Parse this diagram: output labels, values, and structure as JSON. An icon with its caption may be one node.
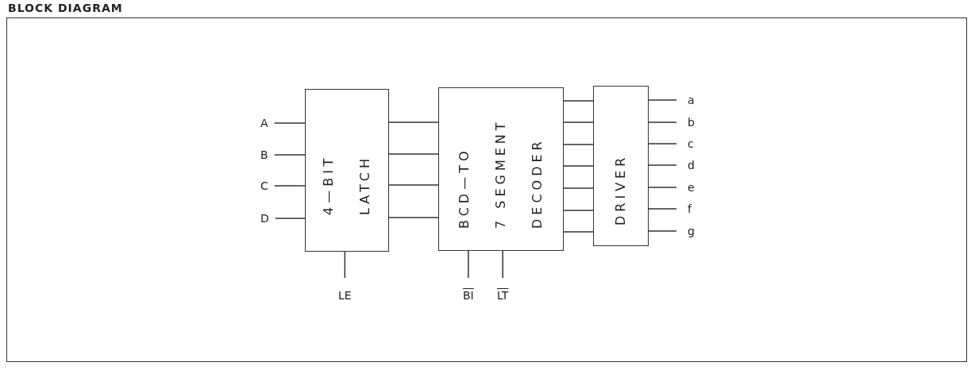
{
  "diagram": {
    "title": "BLOCK DIAGRAM",
    "nodes": [
      {
        "text": [
          "4—BIT LATCH"
        ]
      },
      {
        "text": [
          "BCD—TO 7 SEGMENT DECODER"
        ]
      },
      {
        "text": [
          "DRIVER"
        ]
      },
      {
        "text": [
          "A"
        ]
      },
      {
        "text": [
          "B"
        ]
      },
      {
        "text": [
          "C"
        ]
      },
      {
        "text": [
          "D"
        ]
      },
      {
        "text": [
          "a"
        ]
      },
      {
        "text": [
          "b"
        ]
      },
      {
        "text": [
          "c"
        ]
      },
      {
        "text": [
          "d"
        ]
      },
      {
        "text": [
          "e"
        ]
      },
      {
        "text": [
          "f"
        ]
      },
      {
        "text": [
          "g"
        ]
      },
      {
        "text": [
          "LE"
        ]
      },
      {
        "text": [
          "BI"
        ]
      },
      {
        "text": [
          "LT"
        ]
      }
    ],
    "edges": [
      {
        "from": 3,
        "to": 0,
        "arrow": "none"
      },
      {
        "from": 4,
        "to": 0,
        "arrow": "none"
      },
      {
        "from": 5,
        "to": 0,
        "arrow": "none"
      },
      {
        "from": 6,
        "to": 0,
        "arrow": "none"
      },
      {
        "from": 0,
        "to": 1,
        "arrow": "none"
      },
      {
        "from": 0,
        "to": 1,
        "arrow": "none"
      },
      {
        "from": 0,
        "to": 1,
        "arrow": "none"
      },
      {
        "from": 0,
        "to": 1,
        "arrow": "none"
      },
      {
        "from": 1,
        "to": 2,
        "arrow": "none"
      },
      {
        "from": 1,
        "to": 2,
        "arrow": "none"
      },
      {
        "from": 1,
        "to": 2,
        "arrow": "none"
      },
      {
        "from": 1,
        "to": 2,
        "arrow": "none"
      },
      {
        "from": 1,
        "to": 2,
        "arrow": "none"
      },
      {
        "from": 1,
        "to": 2,
        "arrow": "none"
      },
      {
        "from": 1,
        "to": 2,
        "arrow": "none"
      },
      {
        "from": 2,
        "to": 7,
        "arrow": "none"
      },
      {
        "from": 2,
        "to": 8,
        "arrow": "none"
      },
      {
        "from": 2,
        "to": 9,
        "arrow": "none"
      },
      {
        "from": 2,
        "to": 10,
        "arrow": "none"
      },
      {
        "from": 2,
        "to": 11,
        "arrow": "none"
      },
      {
        "from": 2,
        "to": 12,
        "arrow": "none"
      },
      {
        "from": 2,
        "to": 13,
        "arrow": "none"
      },
      {
        "from": 14,
        "to": 0,
        "arrow": "none"
      },
      {
        "from": 15,
        "to": 1,
        "arrow": "none"
      },
      {
        "from": 16,
        "to": 1,
        "arrow": "none"
      }
    ]
  }
}
